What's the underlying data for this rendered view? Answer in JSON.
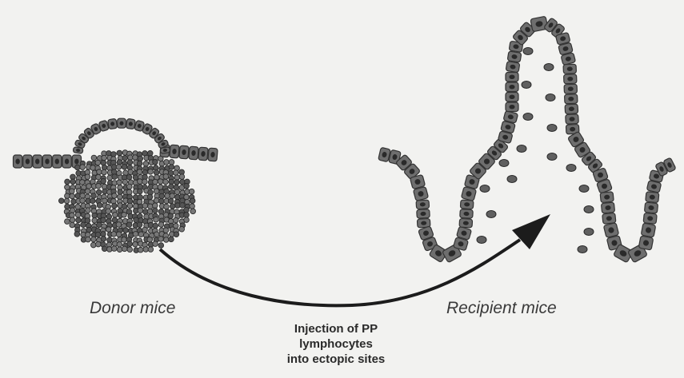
{
  "diagram": {
    "donor_label": "Donor mice",
    "recipient_label": "Recipient mice",
    "caption_lines": [
      "Injection of PP",
      "lymphocytes",
      "into ectopic sites"
    ]
  },
  "colors": {
    "background": "#f2f2f0",
    "cell_fill": "#6e6e6e",
    "cell_stroke": "#333333",
    "nucleus": "#2a2a2a",
    "arrow": "#1c1c1c",
    "lymphocyte": "#606060"
  }
}
